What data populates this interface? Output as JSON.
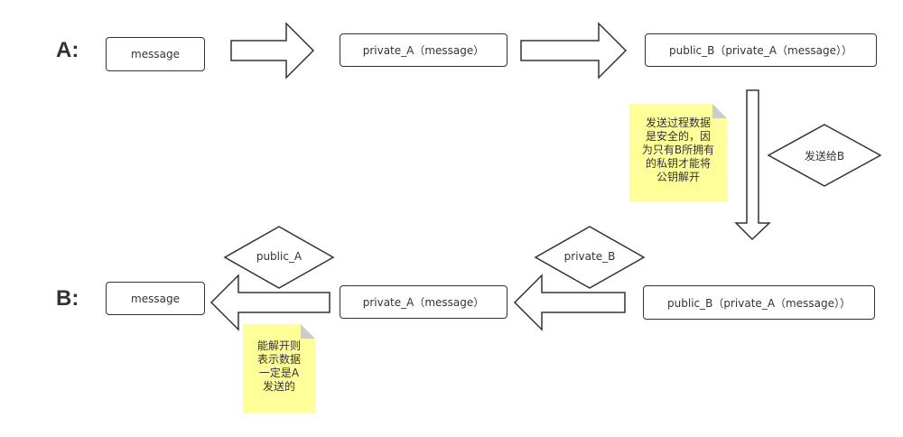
{
  "rows": {
    "a_label": "A:",
    "b_label": "B:"
  },
  "row_a": {
    "box1": "message",
    "box2": "private_A（message）",
    "box3": "public_B（private_A（message））"
  },
  "row_b": {
    "box1": "message",
    "box2": "private_A（message）",
    "box3": "public_B（private_A（message））"
  },
  "diamonds": {
    "send_to_b": "发送给B",
    "private_b": "private_B",
    "public_a": "public_A"
  },
  "notes": {
    "transfer_safe": [
      "发送过程数据",
      "是安全的，因",
      "为只有B所拥有",
      "的私钥才能将",
      "公钥解开"
    ],
    "sender_is_a": [
      "能解开则",
      "表示数据",
      "一定是A",
      "发送的"
    ]
  },
  "colors": {
    "stroke": "#333333",
    "note_fill": "#ffff99",
    "note_fold": "#cccccc",
    "background": "#ffffff"
  }
}
